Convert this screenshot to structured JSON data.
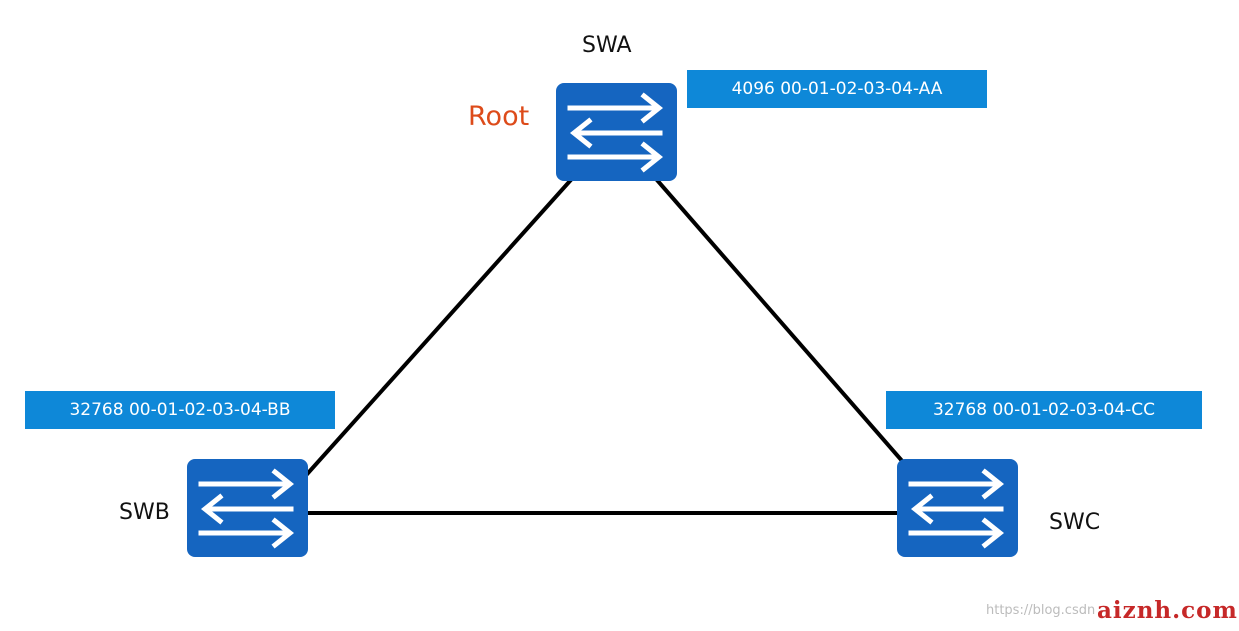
{
  "nodes": {
    "swa": {
      "name": "SWA",
      "bridge_id": "4096 00-01-02-03-04-AA",
      "role": "Root"
    },
    "swb": {
      "name": "SWB",
      "bridge_id": "32768 00-01-02-03-04-BB"
    },
    "swc": {
      "name": "SWC",
      "bridge_id": "32768 00-01-02-03-04-CC"
    }
  },
  "links": [
    {
      "from": "SWA",
      "to": "SWB"
    },
    {
      "from": "SWA",
      "to": "SWC"
    },
    {
      "from": "SWB",
      "to": "SWC"
    }
  ],
  "watermark": {
    "url": "https://blog.csdn",
    "logo": "aiznh.com"
  },
  "colors": {
    "switch": "#1565c0",
    "bridge_id_box": "#0e88d8",
    "root_label": "#dd4b1a",
    "link": "#000000"
  },
  "icons": {
    "switch": "switch-arrows-icon"
  }
}
